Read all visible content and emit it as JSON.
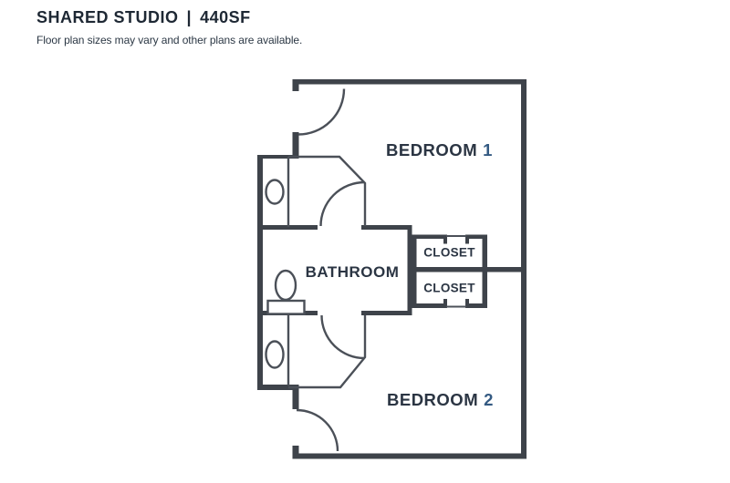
{
  "header": {
    "title": "SHARED STUDIO",
    "separator": "|",
    "area": "440SF",
    "subtitle": "Floor plan sizes may vary and other plans are available."
  },
  "plan": {
    "bedroom1": {
      "word": "BEDROOM",
      "number": "1"
    },
    "bedroom2": {
      "word": "BEDROOM",
      "number": "2"
    },
    "bathroom": {
      "label": "BATHROOM"
    },
    "closet_top": {
      "label": "CLOSET"
    },
    "closet_bottom": {
      "label": "CLOSET"
    },
    "colors": {
      "wall": "#3e434a",
      "thin_line": "#4b5058",
      "label_text": "#2b3543",
      "number_text": "#345a82",
      "title_text": "#1e2834"
    }
  }
}
